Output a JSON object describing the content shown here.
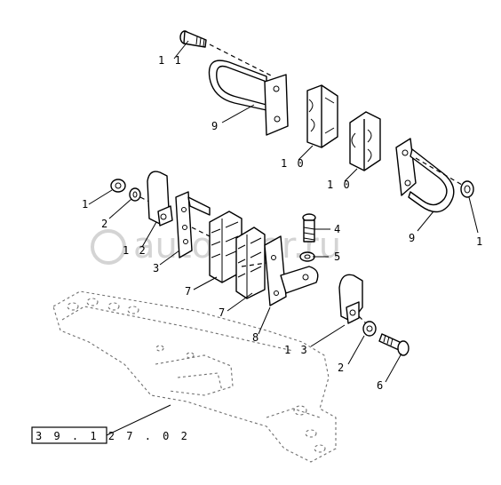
{
  "diagram": {
    "callouts": {
      "c11": "1 1",
      "c9_left": "9",
      "c10_upper": "1 0",
      "c10_lower": "1 0",
      "c9_right": "9",
      "c1_right": "1",
      "c1_left": "1",
      "c2_left": "2",
      "c12": "1 2",
      "c3": "3",
      "c7_a": "7",
      "c7_b": "7",
      "c4": "4",
      "c5": "5",
      "c8": "8",
      "c13": "1 3",
      "c2_bottom": "2",
      "c6": "6"
    },
    "reference": "3 9 . 1 2 7 . 0 2",
    "watermark": "autopiter.ru"
  }
}
